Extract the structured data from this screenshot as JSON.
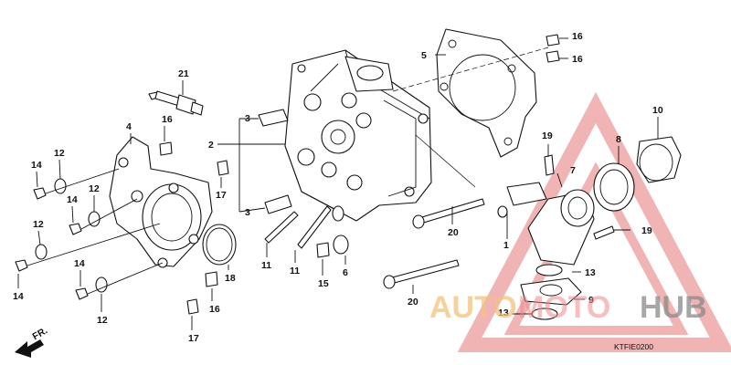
{
  "diagram": {
    "part_labels": {
      "cylinder_head": "2",
      "dowel_pin_top": "3",
      "dowel_pin_bottom": "3",
      "side_cover": "4",
      "head_gasket": "5",
      "flange_nut": "6",
      "insulator": "7",
      "clamp_band": "8",
      "insulator_gasket": "9",
      "hose_clamp": "10",
      "stud_a": "11",
      "stud_b": "11",
      "washer_1": "12",
      "washer_2": "12",
      "washer_3": "12",
      "washer_4": "12",
      "o_ring_1": "13",
      "o_ring_2": "13",
      "nut_1": "14",
      "nut_2": "14",
      "nut_3": "14",
      "nut_4": "14",
      "pin_15": "15",
      "collar_top": "16",
      "collar_bottom": "16",
      "collar_right_1": "16",
      "collar_right_2": "16",
      "grommet_top": "17",
      "grommet_bottom": "17",
      "circlip": "18",
      "screw_top": "19",
      "screw_right": "19",
      "bolt_upper": "20",
      "bolt_lower": "20",
      "spark_plug": "21",
      "insulator_1": "1"
    },
    "diagram_code": "KTFIE0200",
    "front_arrow": "FR.",
    "watermark": {
      "part1": "AUTO",
      "part2": "MOTO",
      "part3": "HUB"
    }
  }
}
